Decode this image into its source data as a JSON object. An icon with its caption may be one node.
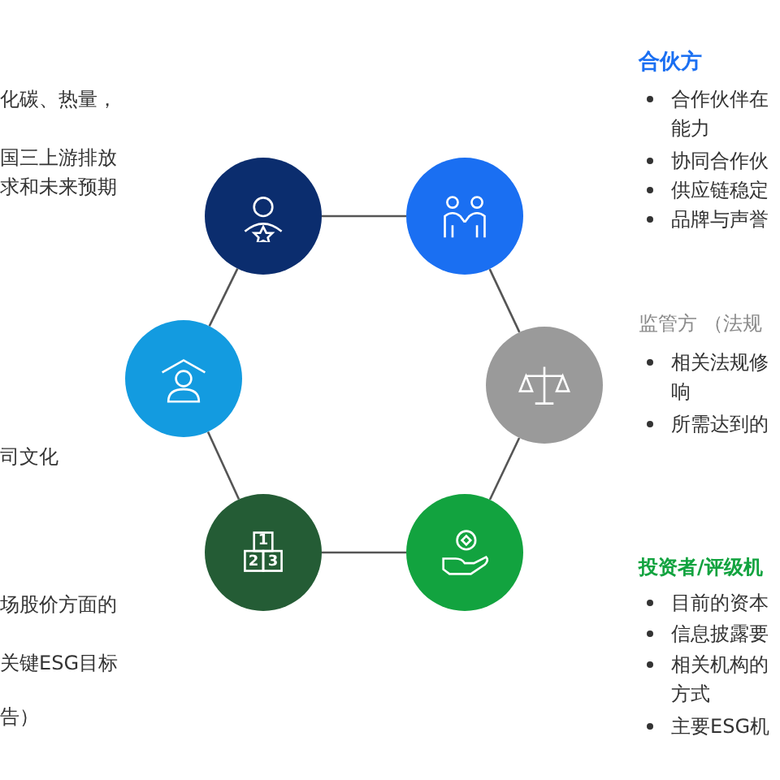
{
  "diagram": {
    "nodes": [
      {
        "text": [],
        "shape": "circle"
      },
      {
        "text": [],
        "shape": "circle"
      },
      {
        "text": [],
        "shape": "circle"
      },
      {
        "text": [],
        "shape": "circle"
      },
      {
        "text": [],
        "shape": "circle"
      },
      {
        "text": [],
        "shape": "circle"
      }
    ],
    "edges": [
      {
        "from": 0,
        "to": 1,
        "arrow": "none"
      },
      {
        "from": 0,
        "to": 2,
        "arrow": "none"
      },
      {
        "from": 1,
        "to": 3,
        "arrow": "none"
      },
      {
        "from": 2,
        "to": 4,
        "arrow": "none"
      },
      {
        "from": 3,
        "to": 5,
        "arrow": "none"
      },
      {
        "from": 4,
        "to": 5,
        "arrow": "none"
      }
    ],
    "labels": [
      "化碳、热量，",
      "国三上游排放",
      "求和未来预期",
      "司文化",
      "场股价方面的",
      "关键ESG目标",
      "告）",
      "1",
      "2",
      "3",
      "合伙方",
      "合作伙伴在能力",
      "协同合作伙",
      "供应链稳定",
      "品牌与声誉",
      "监管方 （法规",
      "相关法规修响",
      "所需达到的",
      "投资者/评级机",
      "目前的资本",
      "信息披露要",
      "相关机构的方式",
      "主要ESG机"
    ]
  }
}
